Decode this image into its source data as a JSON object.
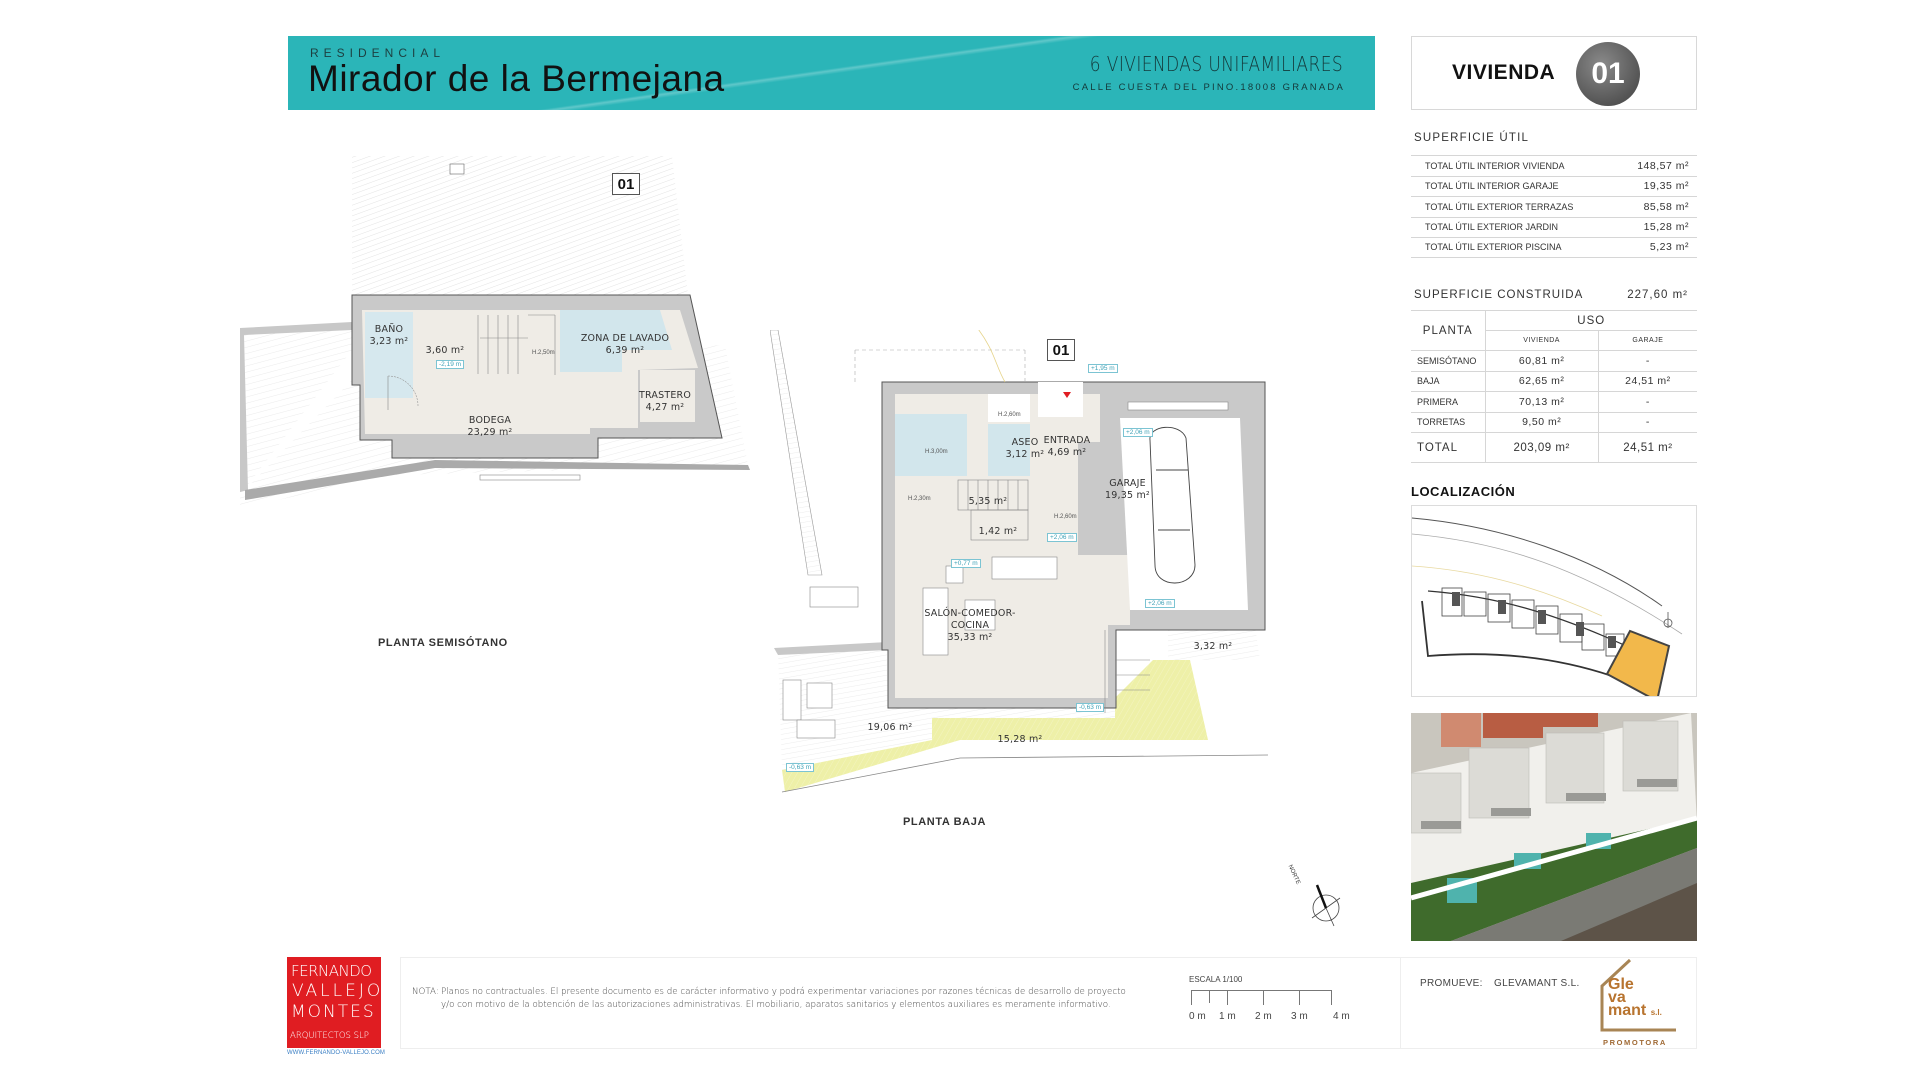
{
  "header": {
    "kicker": "RESIDENCIAL",
    "title": "Mirador de la Bermejana",
    "subtitle": "6 VIVIENDAS UNIFAMILIARES",
    "address": "CALLE CUESTA DEL PINO.18008 GRANADA",
    "accent_color": "#2bb5b8"
  },
  "vivienda": {
    "label": "VIVIENDA",
    "number": "01"
  },
  "superficie_util": {
    "title": "SUPERFICIE ÚTIL",
    "rows": [
      {
        "label": "TOTAL ÚTIL INTERIOR VIVIENDA",
        "value": "148,57 m²"
      },
      {
        "label": "TOTAL ÚTIL INTERIOR GARAJE",
        "value": "19,35 m²"
      },
      {
        "label": "TOTAL ÚTIL EXTERIOR TERRAZAS",
        "value": "85,58 m²"
      },
      {
        "label": "TOTAL ÚTIL EXTERIOR JARDIN",
        "value": "15,28 m²"
      },
      {
        "label": "TOTAL ÚTIL EXTERIOR  PISCINA",
        "value": "5,23 m²"
      }
    ]
  },
  "superficie_construida": {
    "title": "SUPERFICIE  CONSTRUIDA",
    "total": "227,60 m²",
    "headers": {
      "planta": "PLANTA",
      "uso": "USO",
      "vivienda": "VIVIENDA",
      "garaje": "GARAJE"
    },
    "rows": [
      {
        "planta": "SEMISÓTANO",
        "vivienda": "60,81 m²",
        "garaje": "-"
      },
      {
        "planta": "BAJA",
        "vivienda": "62,65 m²",
        "garaje": "24,51 m²"
      },
      {
        "planta": "PRIMERA",
        "vivienda": "70,13 m²",
        "garaje": "-"
      },
      {
        "planta": "TORRETAS",
        "vivienda": "9,50 m²",
        "garaje": "-"
      }
    ],
    "total_row": {
      "planta": "TOTAL",
      "vivienda": "203,09 m²",
      "garaje": "24,51 m²"
    }
  },
  "localizacion": {
    "title": "LOCALIZACIÓN",
    "highlight_color": "#f2b84b"
  },
  "plans": {
    "semisotano": {
      "title": "PLANTA SEMISÓTANO",
      "tag": "01",
      "rooms": [
        {
          "name": "BAÑO",
          "area": "3,23 m²"
        },
        {
          "name": "",
          "area": "3,60 m²"
        },
        {
          "name": "ZONA DE LAVADO",
          "area": "6,39 m²"
        },
        {
          "name": "TRASTERO",
          "area": "4,27 m²"
        },
        {
          "name": "BODEGA",
          "area": "23,29 m²"
        }
      ],
      "levels": [
        "-2,19 m"
      ],
      "heights": [
        "H.2,50m"
      ]
    },
    "baja": {
      "title": "PLANTA BAJA",
      "tag": "01",
      "rooms": [
        {
          "name": "ASEO",
          "area": "3,12 m²"
        },
        {
          "name": "ENTRADA",
          "area": "4,69 m²"
        },
        {
          "name": "GARAJE",
          "area": "19,35 m²"
        },
        {
          "name": "",
          "area": "5,35 m²"
        },
        {
          "name": "",
          "area": "1,42 m²"
        },
        {
          "name": "SALÓN-COMEDOR-COCINA",
          "area": "35,33 m²"
        },
        {
          "name": "",
          "area": "3,32 m²"
        },
        {
          "name": "",
          "area": "19,06 m²"
        },
        {
          "name": "",
          "area": "15,28 m²"
        }
      ],
      "levels": [
        "+1,95 m",
        "+2,06 m",
        "+2,06 m",
        "+2,06 m",
        "+0,77 m",
        "-0,63 m",
        "-0,63 m"
      ],
      "heights": [
        "H.3,00m",
        "H.2,60m",
        "H.2,30m",
        "H.2,60m"
      ]
    },
    "north_label": "NORTE"
  },
  "footer": {
    "architect": {
      "line1": "FERNANDO",
      "line2": "VALLEJO",
      "line3": "MONTES",
      "line4": "ARQUITECTOS SLP",
      "url": "WWW.FERNANDO-VALLEJO.COM",
      "color": "#e01d22"
    },
    "note_label": "NOTA:",
    "note_text": "Planos no contractuales. El presente documento es de carácter informativo y podrá experimentar variaciones por razones técnicas de desarrollo de proyecto y/o con motivo de la obtención de las autorizaciones administrativas. El mobiliario, aparatos sanitarios y elementos auxiliares es meramente informativo.",
    "scale": {
      "label": "ESCALA 1/100",
      "marks": [
        "0 m",
        "1 m",
        "2 m",
        "3 m",
        "4 m"
      ]
    },
    "promoter": {
      "label": "PROMUEVE:",
      "name": "GLEVAMANT S.L.",
      "logo_l1": "Gle",
      "logo_l2": "va",
      "logo_l3": "mant",
      "logo_sl": "s.l.",
      "logo_sub": "PROMOTORA",
      "color": "#b8742f"
    }
  }
}
